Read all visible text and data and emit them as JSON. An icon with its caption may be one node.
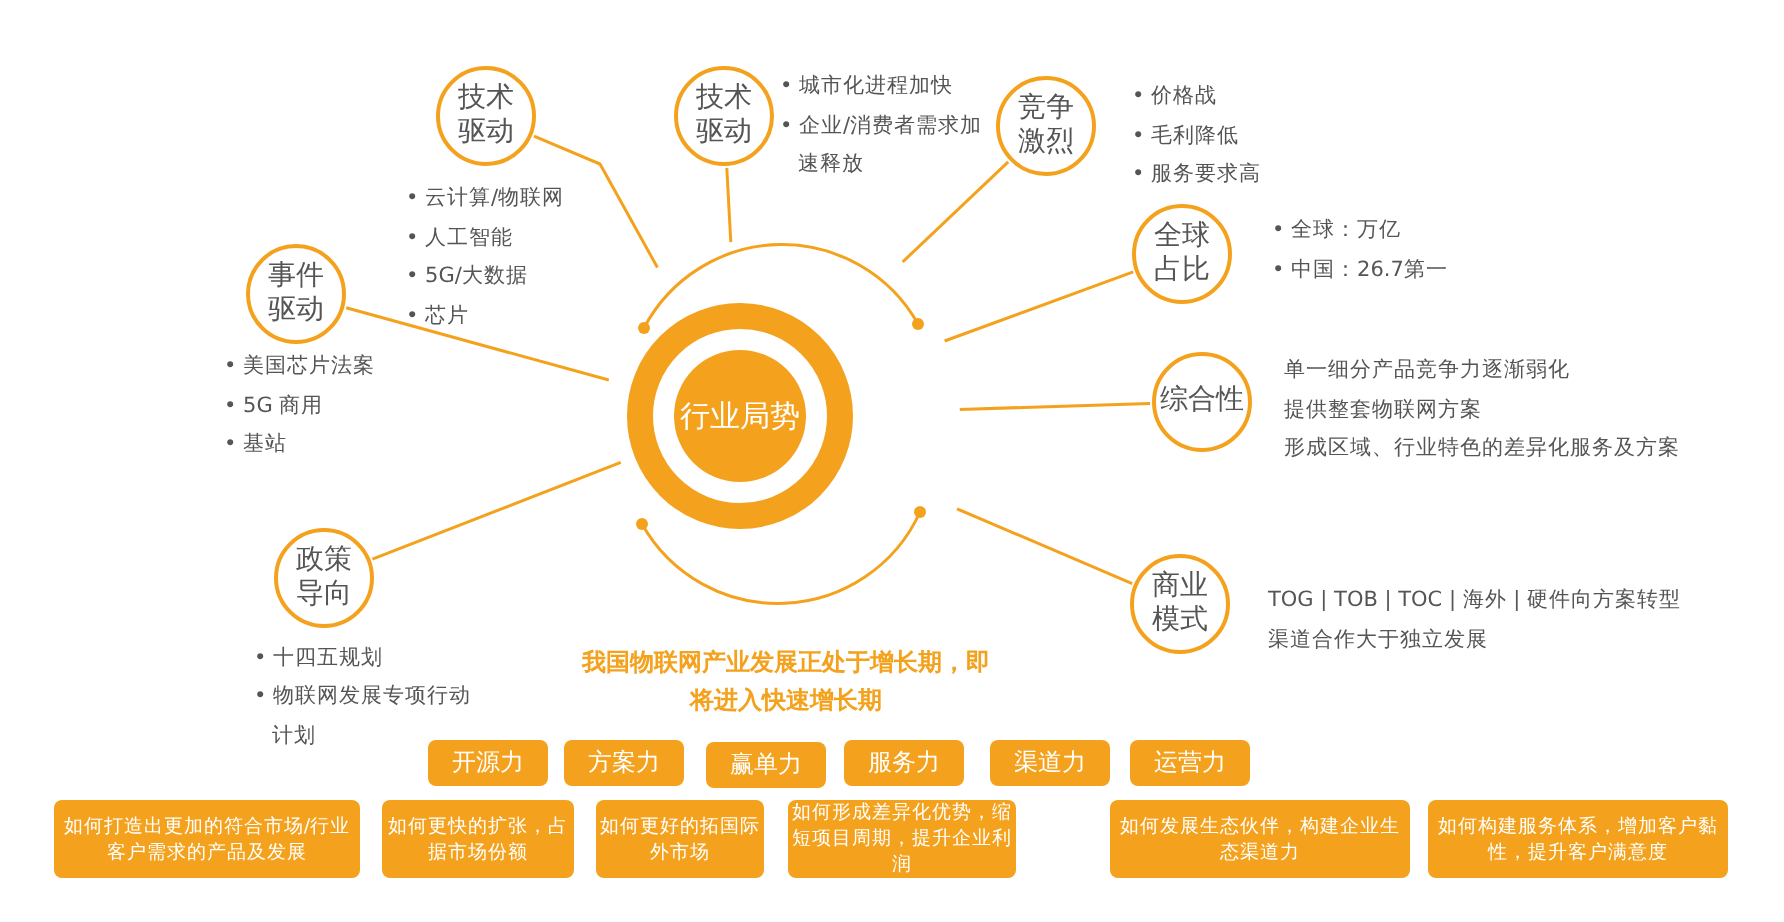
{
  "diagram": {
    "nodes": [
      {
        "text": [
          "行业局势"
        ]
      },
      {
        "text": [
          "事件驱动"
        ],
        "beside": [
          "• 美国芯片法案",
          "• 5G 商用",
          "• 基站"
        ]
      },
      {
        "text": [
          "技术驱动"
        ],
        "beside": [
          "• 云计算/物联网",
          "• 人工智能",
          "• 5G/大数据",
          "• 芯片"
        ]
      },
      {
        "text": [
          "技术驱动"
        ],
        "beside": [
          "• 城市化进程加快",
          "• 企业/消费者需求加速释放"
        ]
      },
      {
        "text": [
          "竞争激烈"
        ],
        "beside": [
          "• 价格战",
          "• 毛利降低",
          "• 服务要求高"
        ]
      },
      {
        "text": [
          "全球占比"
        ],
        "beside": [
          "• 全球：万亿",
          "• 中国：26.7第一"
        ]
      },
      {
        "text": [
          "综合性"
        ],
        "beside": [
          "单一细分产品竞争力逐渐弱化",
          "提供整套物联网方案",
          "形成区域、行业特色的差异化服务及方案"
        ]
      },
      {
        "text": [
          "商业模式"
        ],
        "beside": [
          "TOG | TOB | TOC | 海外 | 硬件向方案转型",
          "渠道合作大于独立发展"
        ]
      },
      {
        "text": [
          "政策导向"
        ],
        "beside": [
          "• 十四五规划"
        ]
      },
      {
        "text": [
          "开源力"
        ]
      },
      {
        "text": [
          "方案力"
        ]
      },
      {
        "text": [
          "赢单力"
        ]
      },
      {
        "text": [
          "服务力"
        ]
      },
      {
        "text": [
          "渠道力"
        ]
      },
      {
        "text": [
          "运营力"
        ]
      },
      {
        "text": [
          "如何打造出更加的符合市场/行业客户需求的产品及发展"
        ]
      },
      {
        "text": [
          "如何更快的扩张，占据市场份额"
        ]
      },
      {
        "text": [
          "如何更好的拓国际外市场"
        ]
      },
      {
        "text": [
          "如何形成差异化优势，缩短项目周期，提升企业利润"
        ]
      },
      {
        "text": [
          "如何发展生态伙伴，构建企业生态渠道力"
        ]
      },
      {
        "text": [
          "如何构建服务体系，增加客户黏性，提升客户满意度"
        ]
      }
    ],
    "edges": [
      {
        "from": 0,
        "to": 1,
        "arrow": "none"
      },
      {
        "from": 0,
        "to": 2,
        "arrow": "none"
      },
      {
        "from": 0,
        "to": 3,
        "arrow": "none"
      },
      {
        "from": 0,
        "to": 4,
        "arrow": "none"
      },
      {
        "from": 0,
        "to": 5,
        "arrow": "none"
      },
      {
        "from": 0,
        "to": 6,
        "arrow": "none"
      },
      {
        "from": 0,
        "to": 7,
        "arrow": "none"
      },
      {
        "from": 0,
        "to": 8,
        "arrow": "none"
      }
    ],
    "labels": [
      "• 物联网发展专项行动计划",
      "我国物联网产业发展正处于增长期，即将进入快速增长期"
    ]
  }
}
